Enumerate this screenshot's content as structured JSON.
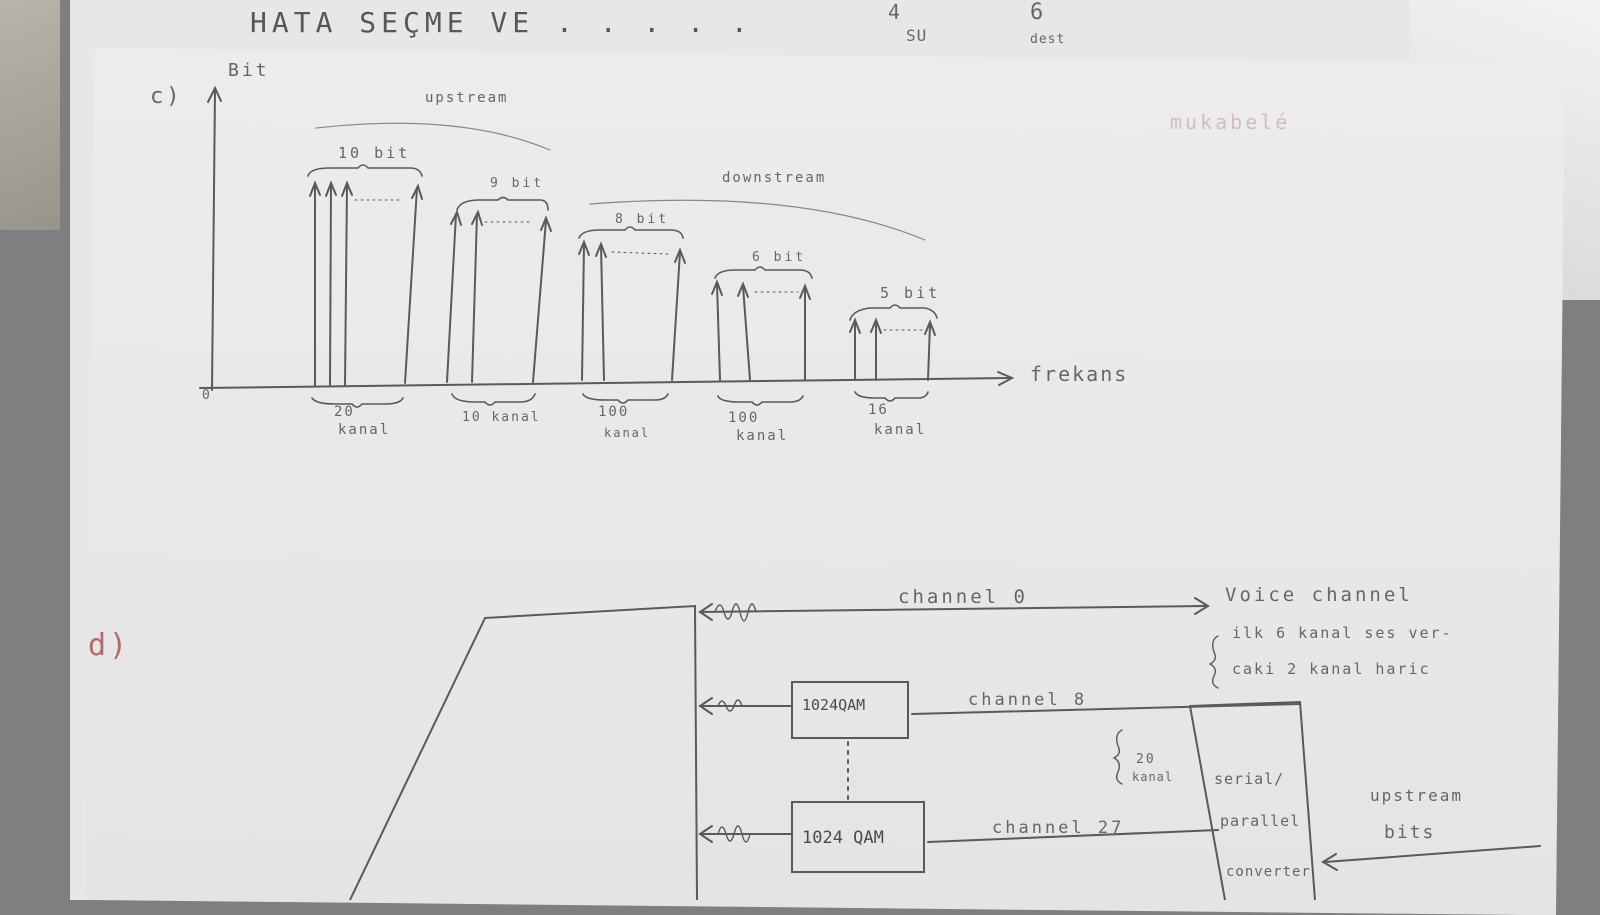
{
  "header": {
    "title": "HATA SEÇME VE . . . . .",
    "score_1": "4",
    "score_1_sub": "SU",
    "score_2": "6",
    "score_2_sub": "dest"
  },
  "part_c": {
    "label": "c)",
    "y_axis_label": "Bit",
    "origin": "0",
    "x_axis_label": "frekans",
    "upstream_label": "upstream",
    "downstream_label": "downstream",
    "groups": [
      {
        "bits": "10 bit",
        "channels_line1": "20",
        "channels_line2": "kanal"
      },
      {
        "bits": "9 bit",
        "channels_line1": "10 kanal",
        "channels_line2": ""
      },
      {
        "bits": "8 bit",
        "channels_line1": "100",
        "channels_line2": "kanal"
      },
      {
        "bits": "6 bit",
        "channels_line1": "100",
        "channels_line2": "kanal"
      },
      {
        "bits": "5 bit",
        "channels_line1": "16",
        "channels_line2": "kanal"
      }
    ]
  },
  "part_d": {
    "label": "d)",
    "channel_0": "channel 0",
    "voice_channel": "Voice channel",
    "note_line1": "ilk 6 kanal ses ver-",
    "note_line2": "caki 2 kanal haric",
    "qam_top": "1024QAM",
    "qam_bottom": "1024 QAM",
    "channel_8": "channel 8",
    "channel_27": "channel 27",
    "range_count": "20",
    "range_unit": "kanal",
    "converter_line1": "serial/",
    "converter_line2": "parallel",
    "converter_line3": "converter",
    "upstream_bits_line1": "upstream",
    "upstream_bits_line2": "bits"
  },
  "background": {
    "faint_text": "mukabelé"
  }
}
